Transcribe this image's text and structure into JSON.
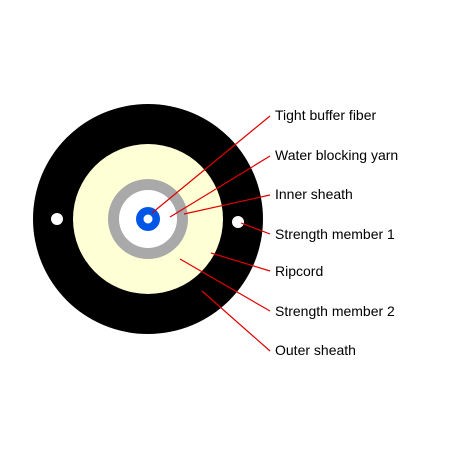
{
  "diagram": {
    "labels": [
      "Tight buffer fiber",
      "Water blocking yarn",
      "Inner sheath",
      "Strength member 1",
      "Ripcord",
      "Strength member 2",
      "Outer sheath"
    ],
    "colors": {
      "outer_sheath": "#000000",
      "strength_member_2": "#ffffd6",
      "inner_sheath": "#a9a9a9",
      "water_blocking_yarn": "#ffffff",
      "fiber_coating": "#0057e6",
      "fiber_core": "#ffffff",
      "strength_member_1": "#ffffff",
      "leader_line": "#e00000"
    }
  }
}
